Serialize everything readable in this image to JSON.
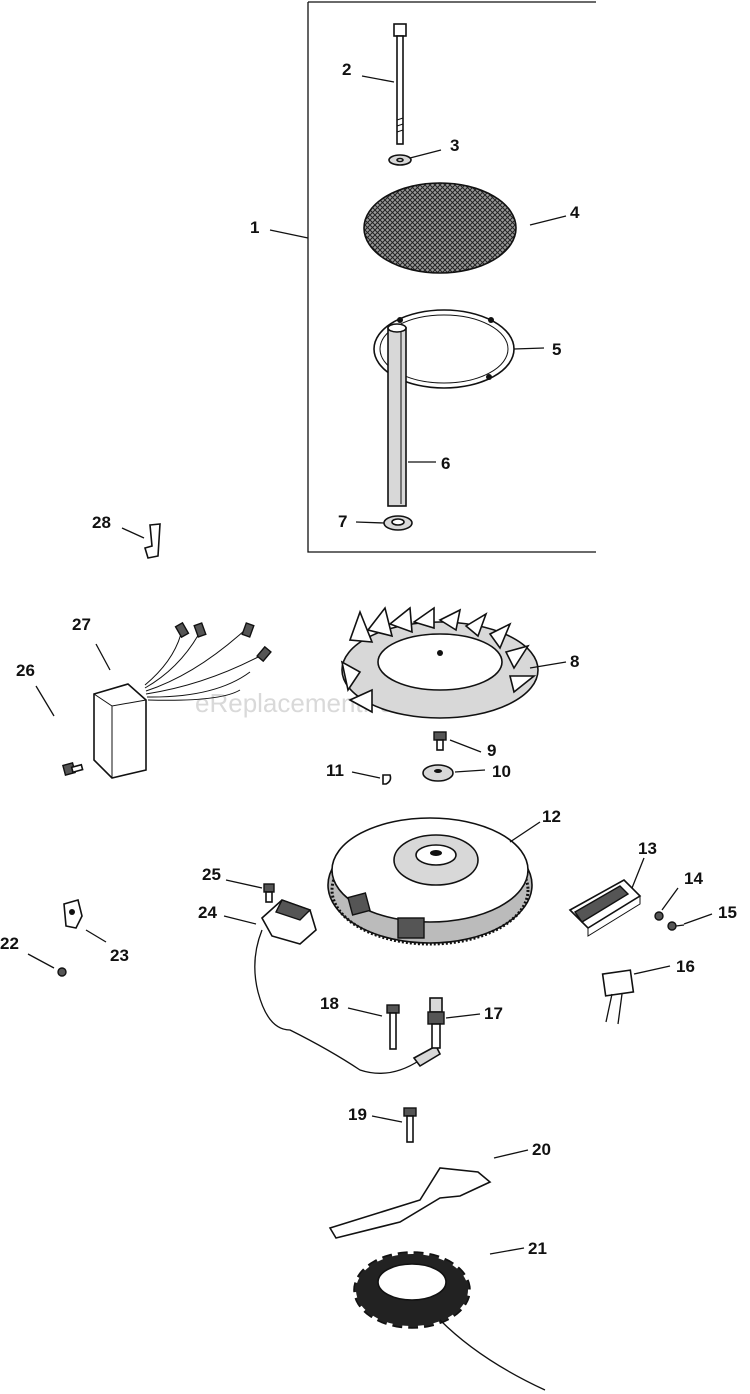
{
  "watermark": "eReplacementParts.com",
  "callouts": {
    "p1": "1",
    "p2": "2",
    "p3": "3",
    "p4": "4",
    "p5": "5",
    "p6": "6",
    "p7": "7",
    "p8": "8",
    "p9": "9",
    "p10": "10",
    "p11": "11",
    "p12": "12",
    "p13": "13",
    "p14": "14",
    "p15": "15",
    "p16": "16",
    "p17": "17",
    "p18": "18",
    "p19": "19",
    "p20": "20",
    "p21": "21",
    "p22": "22",
    "p23": "23",
    "p24": "24",
    "p25": "25",
    "p26": "26",
    "p27": "27",
    "p28": "28"
  }
}
